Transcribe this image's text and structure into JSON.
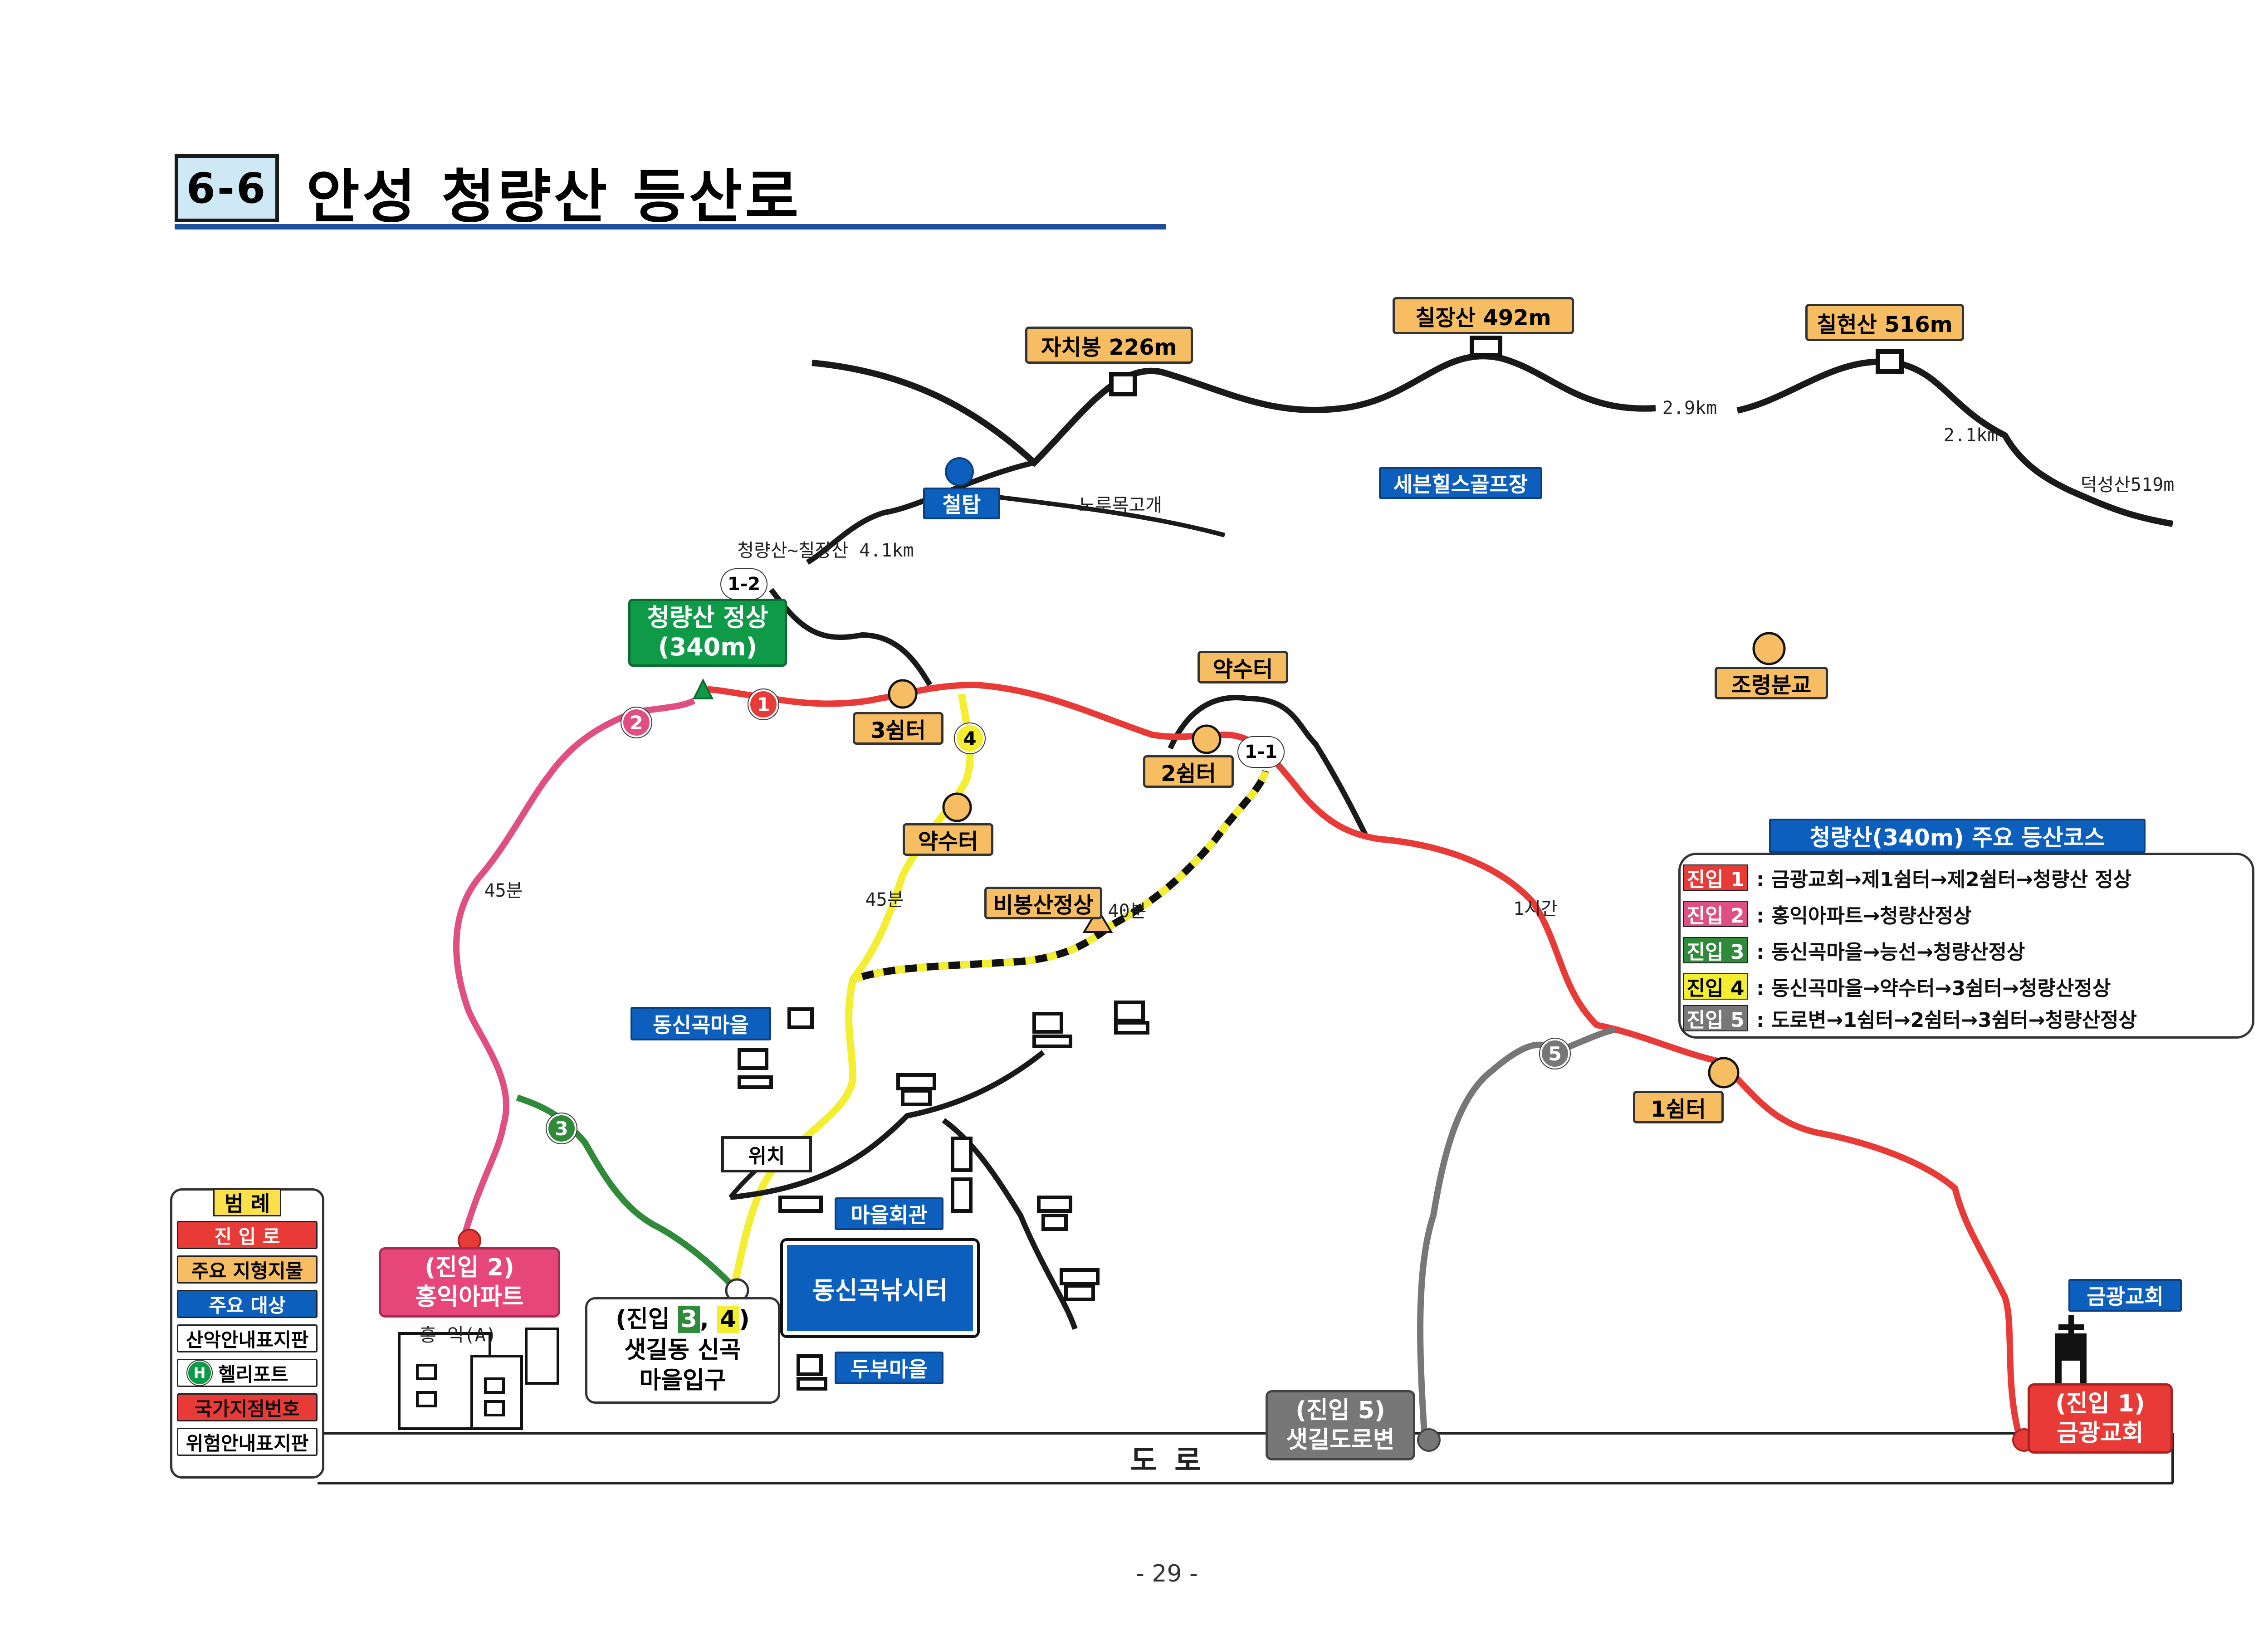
{
  "title": {
    "number": "6-6",
    "text": "안성 청량산 등산로"
  },
  "peaks": {
    "jachibong": "자치봉 226m",
    "chiljangsan": "칠장산 492m",
    "chilhyeonsan": "칠현산 516m",
    "summit_line1": "청량산 정상",
    "summit_line2": "(340m)"
  },
  "places": {
    "cheoltap": "철탑",
    "norumok": "노루목고개",
    "sebonhills": "세븐힐스골프장",
    "deokseongsan": "덕성산519m",
    "choryeong": "조령분교",
    "dongsingok": "동신곡마을",
    "maeulhall": "마을회관",
    "fishing": "동신곡낚시터",
    "dubu": "두부마을",
    "geumgwang_church": "금광교회",
    "road": "도 로",
    "wichi": "위치",
    "hongik_sign": "홍 익(A)"
  },
  "distances": {
    "d1": "2.9km",
    "d2": "2.1km",
    "ridge": "청량산~칠장산 4.1km",
    "t45a": "45분",
    "t45b": "45분",
    "t40": "40분",
    "t1h": "1시간"
  },
  "trail_points": {
    "shelter3": "3쉼터",
    "shelter2": "2쉼터",
    "shelter1": "1쉼터",
    "spring_top": "약수터",
    "spring_mid": "약수터",
    "bibong": "비봉산정상"
  },
  "markers": {
    "m1": "1",
    "m2": "2",
    "m3": "3",
    "m4": "4",
    "m5": "5",
    "m11": "1-1",
    "m12": "1-2"
  },
  "entries": {
    "e1_line1": "(진입 1)",
    "e1_line2": "금광교회",
    "e2_line1": "(진입 2)",
    "e2_line2": "홍익아파트",
    "e34_prefix": "(진입 ",
    "e34_n3": "3",
    "e34_sep": ", ",
    "e34_n4": "4",
    "e34_suffix": ")",
    "e34_line2": "샛길동 신곡",
    "e34_line3": "마을입구",
    "e5_line1": "(진입 5)",
    "e5_line2": "샛길도로변"
  },
  "legend": {
    "title": "범 례",
    "items": [
      "진 입 로",
      "주요 지형지물",
      "주요 대상",
      "산악안내표지판",
      "헬리포트",
      "국가지점번호",
      "위험안내표지판"
    ],
    "heli_symbol": "H"
  },
  "courses": {
    "title": "청량산(340m) 주요 등산코스",
    "items": [
      {
        "tag": "진입 1",
        "text": ": 금광교회→제1쉼터→제2쉼터→청량산 정상"
      },
      {
        "tag": "진입 2",
        "text": ": 홍익아파트→청량산정상"
      },
      {
        "tag": "진입 3",
        "text": ": 동신곡마을→능선→청량산정상"
      },
      {
        "tag": "진입 4",
        "text": ": 동신곡마을→약수터→3쉼터→청량산정상"
      },
      {
        "tag": "진입 5",
        "text": ": 도로변→1쉼터→2쉼터→3쉼터→청량산정상"
      }
    ]
  },
  "colors": {
    "red_trail": "#e83a36",
    "pink_trail": "#e04f82",
    "green_trail": "#2f8a3a",
    "yellow_trail": "#f4ee30",
    "gray_trail": "#777777",
    "label_orange": "#f6bd62",
    "label_blue": "#0d5fbe",
    "summit_green": "#0f9a48"
  },
  "page_number": "- 29 -"
}
